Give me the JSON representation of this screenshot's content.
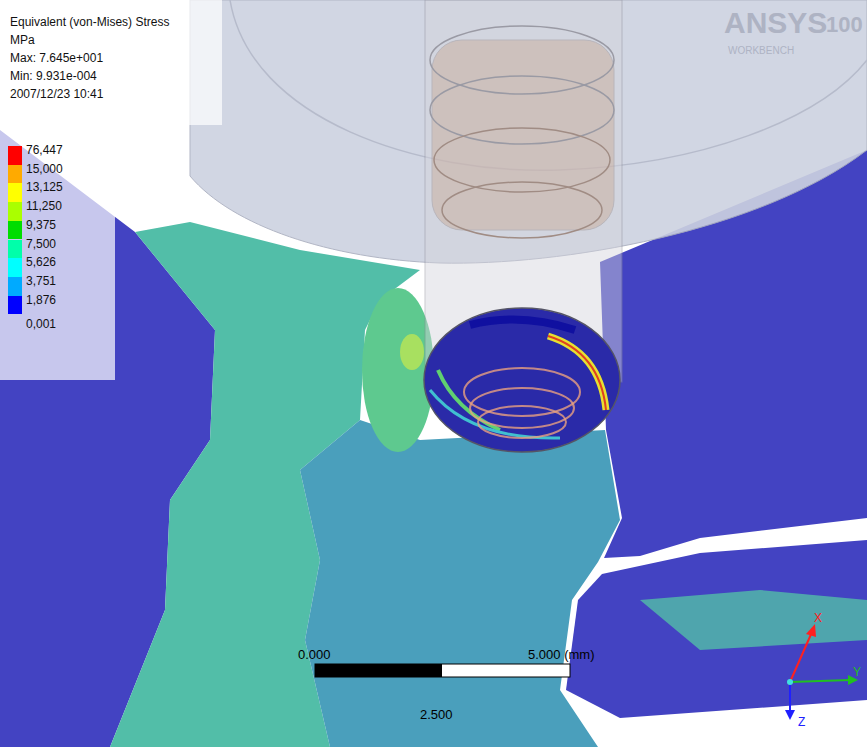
{
  "diagram": {
    "labels": [
      "Equivalent (von-Mises) Stress",
      "MPa",
      "Max: 7.645e+001",
      "Min: 9.931e-004",
      "2007/12/23 10:41",
      "0,001",
      "ANSYS",
      "100",
      "WORKBENCH",
      "0.000",
      "5.000 (mm)",
      "2.500",
      "X",
      "Y",
      "Z"
    ],
    "legend": [
      {
        "text": "76,447",
        "color": "#ff0000"
      },
      {
        "text": "15,000",
        "color": "#ffaa00"
      },
      {
        "text": "13,125",
        "color": "#ffff00"
      },
      {
        "text": "11,250",
        "color": "#aaff00"
      },
      {
        "text": "9,375",
        "color": "#00dd00"
      },
      {
        "text": "7,500",
        "color": "#00ffaa"
      },
      {
        "text": "5,626",
        "color": "#00ffff"
      },
      {
        "text": "3,751",
        "color": "#00aaff"
      },
      {
        "text": "1,876",
        "color": "#0000ff"
      }
    ]
  }
}
